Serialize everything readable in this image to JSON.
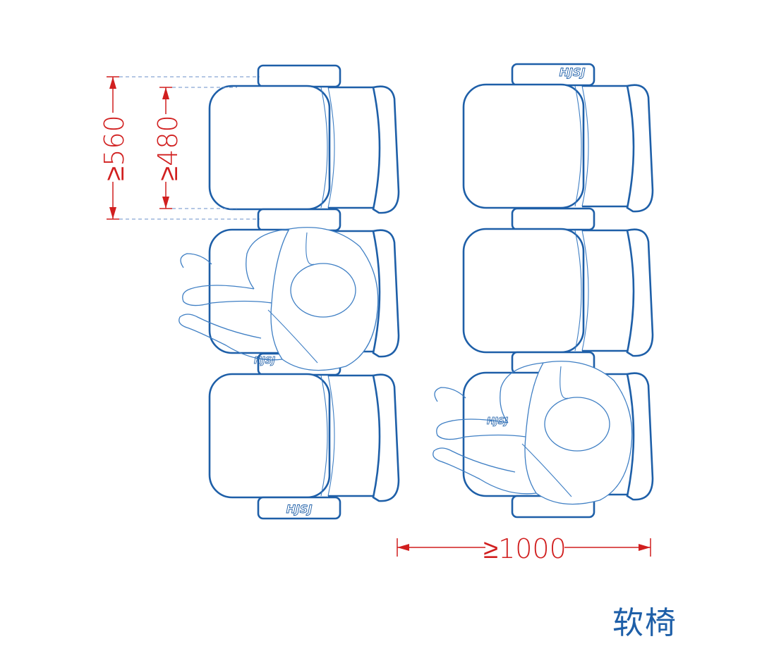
{
  "colors": {
    "outline": "#1e5fa8",
    "thin_line": "#3f7fc4",
    "dimension": "#d11f1f",
    "title": "#1e5fa8"
  },
  "dimensions": {
    "seat_pitch_label": "≥560",
    "seat_width_label": "≥480",
    "row_spacing_label": "≥1000"
  },
  "logo_text": "HJSJ",
  "title": "软椅"
}
